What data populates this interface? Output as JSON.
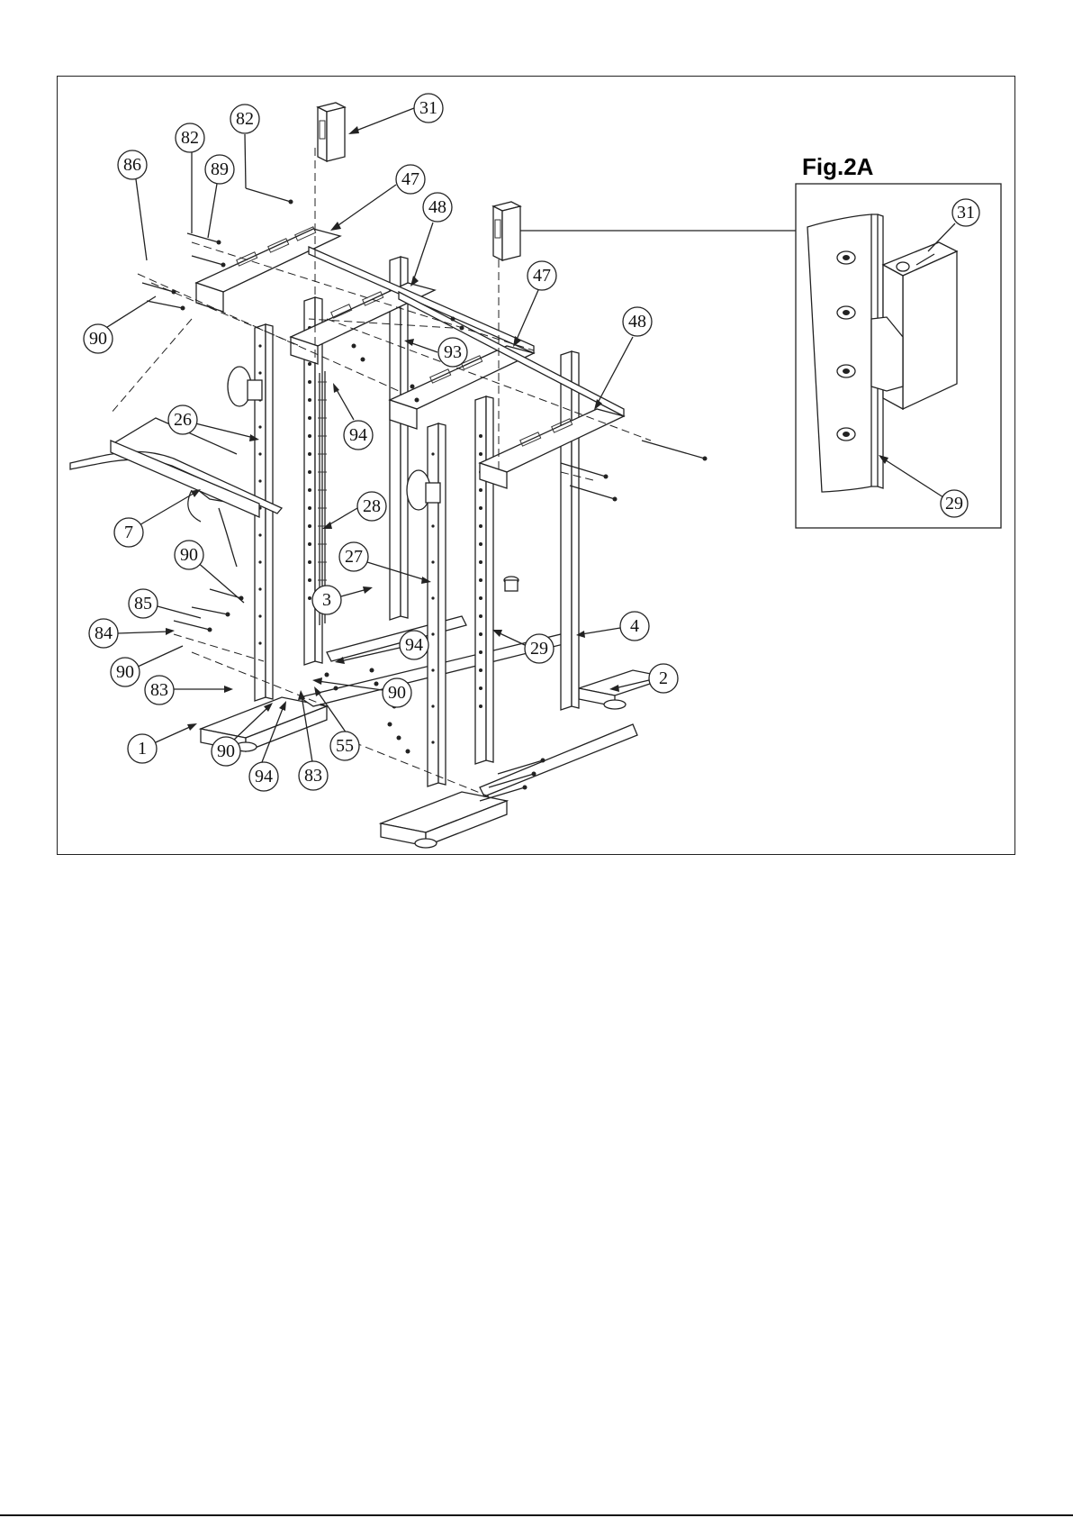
{
  "inset": {
    "title": "Fig.2A",
    "labels": [
      "31",
      "29"
    ]
  },
  "callouts": [
    {
      "label": "31"
    },
    {
      "label": "82"
    },
    {
      "label": "82"
    },
    {
      "label": "86"
    },
    {
      "label": "89"
    },
    {
      "label": "47"
    },
    {
      "label": "48"
    },
    {
      "label": "47"
    },
    {
      "label": "48"
    },
    {
      "label": "90"
    },
    {
      "label": "93"
    },
    {
      "label": "94"
    },
    {
      "label": "26"
    },
    {
      "label": "28"
    },
    {
      "label": "7"
    },
    {
      "label": "27"
    },
    {
      "label": "90"
    },
    {
      "label": "3"
    },
    {
      "label": "85"
    },
    {
      "label": "84"
    },
    {
      "label": "4"
    },
    {
      "label": "94"
    },
    {
      "label": "29"
    },
    {
      "label": "90"
    },
    {
      "label": "2"
    },
    {
      "label": "83"
    },
    {
      "label": "90"
    },
    {
      "label": "1"
    },
    {
      "label": "90"
    },
    {
      "label": "55"
    },
    {
      "label": "94"
    },
    {
      "label": "83"
    }
  ]
}
